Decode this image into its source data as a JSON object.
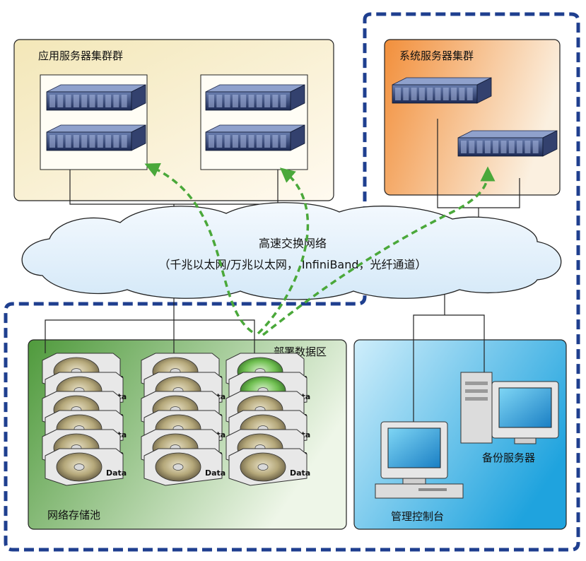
{
  "app_cluster": {
    "title": "应用服务器集群群"
  },
  "sys_cluster": {
    "title": "系统服务器集群"
  },
  "network": {
    "line1": "高速交换网络",
    "line2": "（千兆以太网/万兆以太网， InfiniBand，光纤通道）"
  },
  "deploy_zone": {
    "title": "部署数据区"
  },
  "storage_pool": {
    "title": "网络存储池"
  },
  "backup_server": {
    "label": "备份服务器"
  },
  "console": {
    "label": "管理控制台"
  },
  "disk": {
    "label": "Data"
  },
  "colors": {
    "dashed_border": "#1f3f8f",
    "flow_arrow": "#4aa83a",
    "app_panel": "#fbf3d6",
    "sys_panel": "#f3a557",
    "storage_panel": "#5fa34a",
    "mgmt_panel": "#3fb3e6",
    "cloud": "#e6f2fb"
  }
}
